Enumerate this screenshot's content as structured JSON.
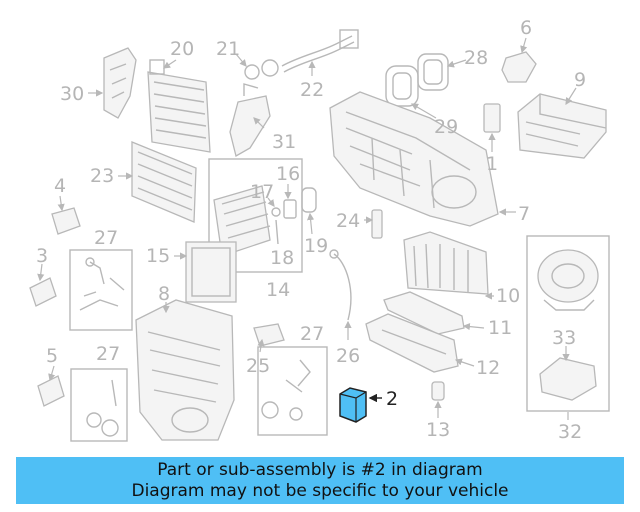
{
  "callouts": {
    "c1": "1",
    "c2": "2",
    "c3": "3",
    "c4": "4",
    "c5": "5",
    "c6": "6",
    "c7": "7",
    "c8": "8",
    "c9": "9",
    "c10": "10",
    "c11": "11",
    "c12": "12",
    "c13": "13",
    "c14": "14",
    "c15": "15",
    "c16": "16",
    "c17": "17",
    "c18": "18",
    "c19": "19",
    "c20": "20",
    "c21": "21",
    "c22": "22",
    "c23": "23",
    "c24": "24",
    "c25": "25",
    "c26": "26",
    "c27a": "27",
    "c27b": "27",
    "c27c": "27",
    "c28": "28",
    "c29": "29",
    "c30": "30",
    "c31": "31",
    "c32": "32",
    "c33": "33"
  },
  "highlight": {
    "part_number": "2",
    "color": "#4fbff5"
  },
  "banner": {
    "line1": "Part or sub-assembly is #2 in diagram",
    "line2": "Diagram may not be specific to your vehicle",
    "color": "#4fbff5"
  }
}
